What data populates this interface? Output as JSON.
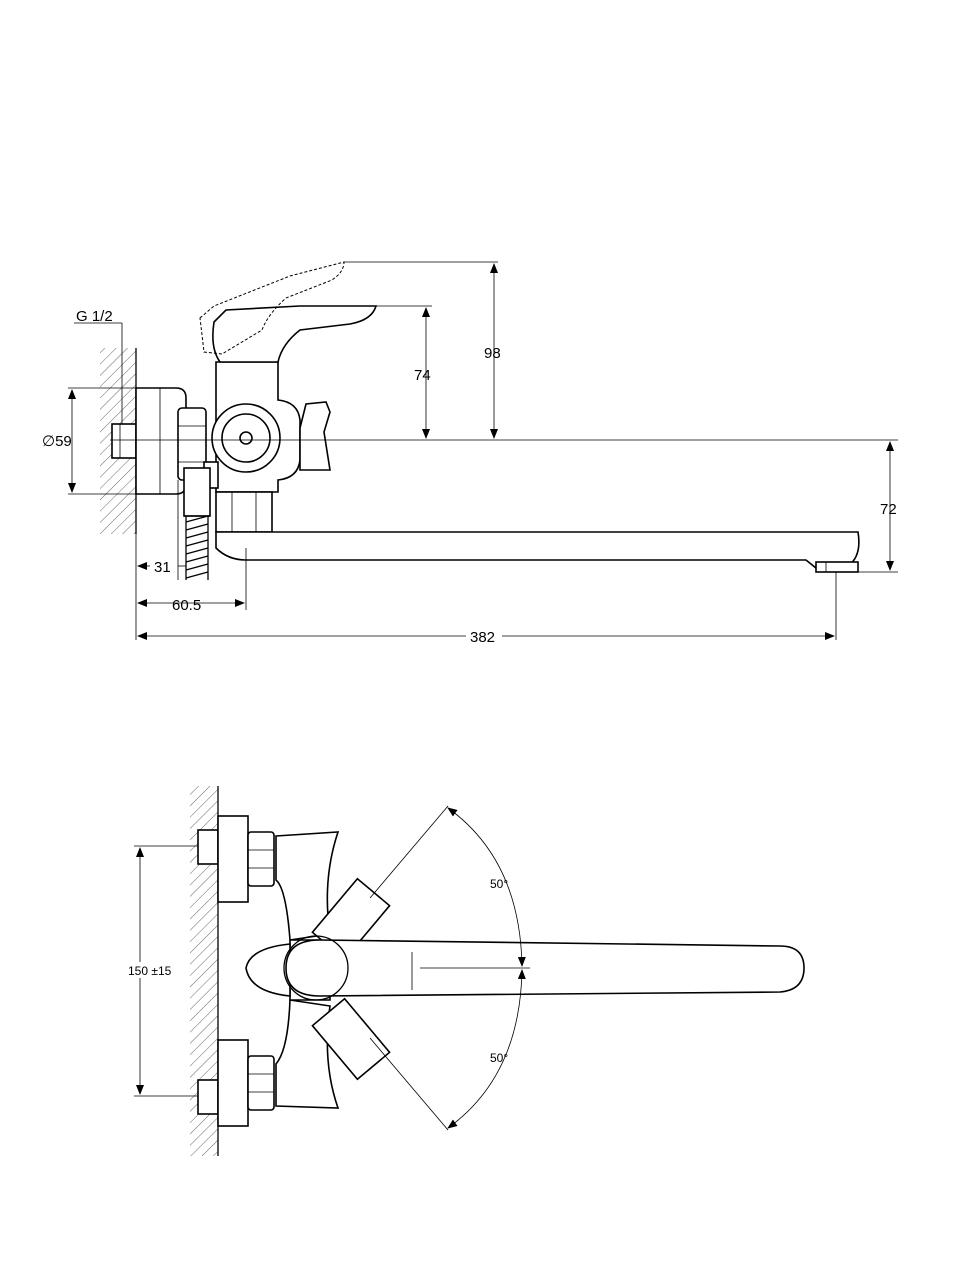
{
  "side_view": {
    "thread_label": "G 1/2",
    "diameter_label": "∅59",
    "dim_74": "74",
    "dim_98": "98",
    "dim_72": "72",
    "dim_31": "31",
    "dim_60_5": "60.5",
    "dim_382": "382"
  },
  "top_view": {
    "spacing_label": "150 ±15",
    "angle_upper": "50°",
    "angle_lower": "50°"
  }
}
